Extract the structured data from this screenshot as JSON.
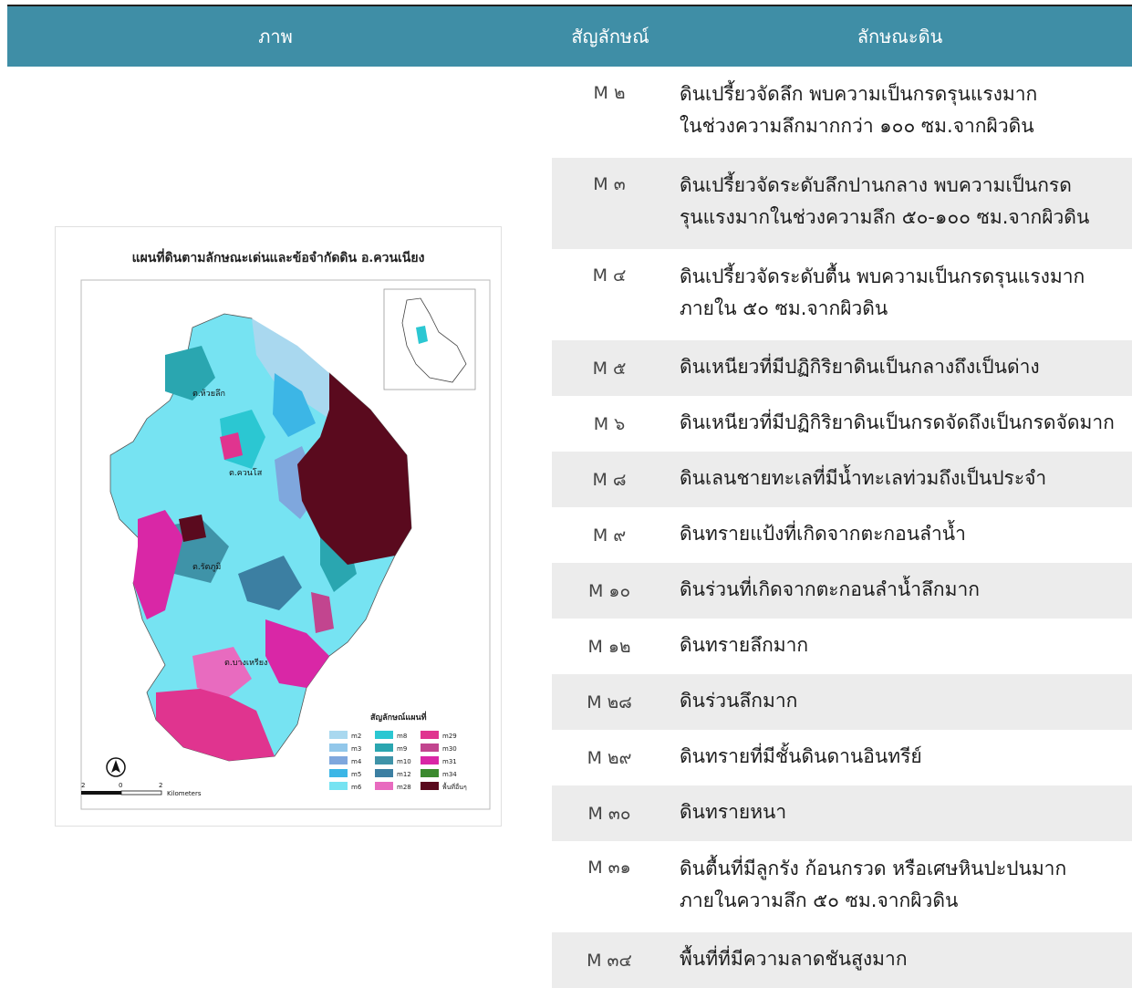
{
  "header": {
    "col_image": "ภาพ",
    "col_symbol": "สัญลักษณ์",
    "col_description": "ลักษณะดิน"
  },
  "rows": [
    {
      "symbol": "M ๒",
      "lines": [
        "ดินเปรี้ยวจัดลึก พบความเป็นกรดรุนแรงมาก",
        "ในช่วงความลึกมากกว่า ๑๐๐ ซม.จากผิวดิน"
      ]
    },
    {
      "symbol": "M ๓",
      "lines": [
        "ดินเปรี้ยวจัดระดับลึกปานกลาง พบความเป็นกรด",
        "รุนแรงมากในช่วงความลึก ๕๐-๑๐๐ ซม.จากผิวดิน"
      ]
    },
    {
      "symbol": "M ๔",
      "lines": [
        "ดินเปรี้ยวจัดระดับตื้น พบความเป็นกรดรุนแรงมาก",
        "ภายใน ๕๐ ซม.จากผิวดิน"
      ]
    },
    {
      "symbol": "M ๕",
      "lines": [
        "ดินเหนียวที่มีปฏิกิริยาดินเป็นกลางถึงเป็นด่าง"
      ]
    },
    {
      "symbol": "M ๖",
      "lines": [
        "ดินเหนียวที่มีปฏิกิริยาดินเป็นกรดจัดถึงเป็นกรดจัดมาก"
      ]
    },
    {
      "symbol": "M ๘",
      "lines": [
        "ดินเลนชายทะเลที่มีน้ำทะเลท่วมถึงเป็นประจำ"
      ]
    },
    {
      "symbol": "M ๙",
      "lines": [
        "ดินทรายแป้งที่เกิดจากตะกอนลำน้ำ"
      ]
    },
    {
      "symbol": "M ๑๐",
      "lines": [
        "ดินร่วนที่เกิดจากตะกอนลำน้ำลึกมาก"
      ]
    },
    {
      "symbol": "M ๑๒",
      "lines": [
        "ดินทรายลึกมาก"
      ]
    },
    {
      "symbol": "M ๒๘",
      "lines": [
        "ดินร่วนลึกมาก"
      ]
    },
    {
      "symbol": "M ๒๙",
      "lines": [
        "ดินทรายที่มีชั้นดินดานอินทรีย์"
      ]
    },
    {
      "symbol": "M ๓๐",
      "lines": [
        "ดินทรายหนา"
      ]
    },
    {
      "symbol": "M ๓๑",
      "lines": [
        "ดินตื้นที่มีลูกรัง ก้อนกรวด หรือเศษหินปะปนมาก",
        "ภายในความลึก ๕๐ ซม.จากผิวดิน"
      ]
    },
    {
      "symbol": "M ๓๔",
      "lines": [
        "พื้นที่ที่มีความลาดชันสูงมาก"
      ]
    }
  ],
  "map": {
    "title": "แผนที่ดินตามลักษณะเด่นและข้อจำกัดดิน อ.ควนเนียง",
    "legend_title": "สัญลักษณ์แผนที่",
    "scale_label": "Kilometers",
    "scale_ticks": [
      "2",
      "0",
      "2"
    ],
    "north_label": "N",
    "place_labels": [
      "ต.ห้วยลึก",
      "ต.ควนโส",
      "ต.รัตภูมิ",
      "ต.บางเหรียง"
    ],
    "legend": [
      {
        "code": "m2",
        "color": "#a9d8ef"
      },
      {
        "code": "m3",
        "color": "#92c7ea"
      },
      {
        "code": "m4",
        "color": "#7fa7dd"
      },
      {
        "code": "m5",
        "color": "#3cb6e6"
      },
      {
        "code": "m6",
        "color": "#76e3f2"
      },
      {
        "code": "m8",
        "color": "#2bc7d2"
      },
      {
        "code": "m9",
        "color": "#2aa6b0"
      },
      {
        "code": "m10",
        "color": "#3f93a8"
      },
      {
        "code": "m12",
        "color": "#3c7fa2"
      },
      {
        "code": "m28",
        "color": "#e86bbf"
      },
      {
        "code": "m29",
        "color": "#e0348f"
      },
      {
        "code": "m30",
        "color": "#c2458f"
      },
      {
        "code": "m31",
        "color": "#d927a6"
      },
      {
        "code": "m34",
        "color": "#3c8a2f"
      },
      {
        "code": "พื้นที่อื่นๆ",
        "color": "#5a0a1e"
      }
    ]
  }
}
